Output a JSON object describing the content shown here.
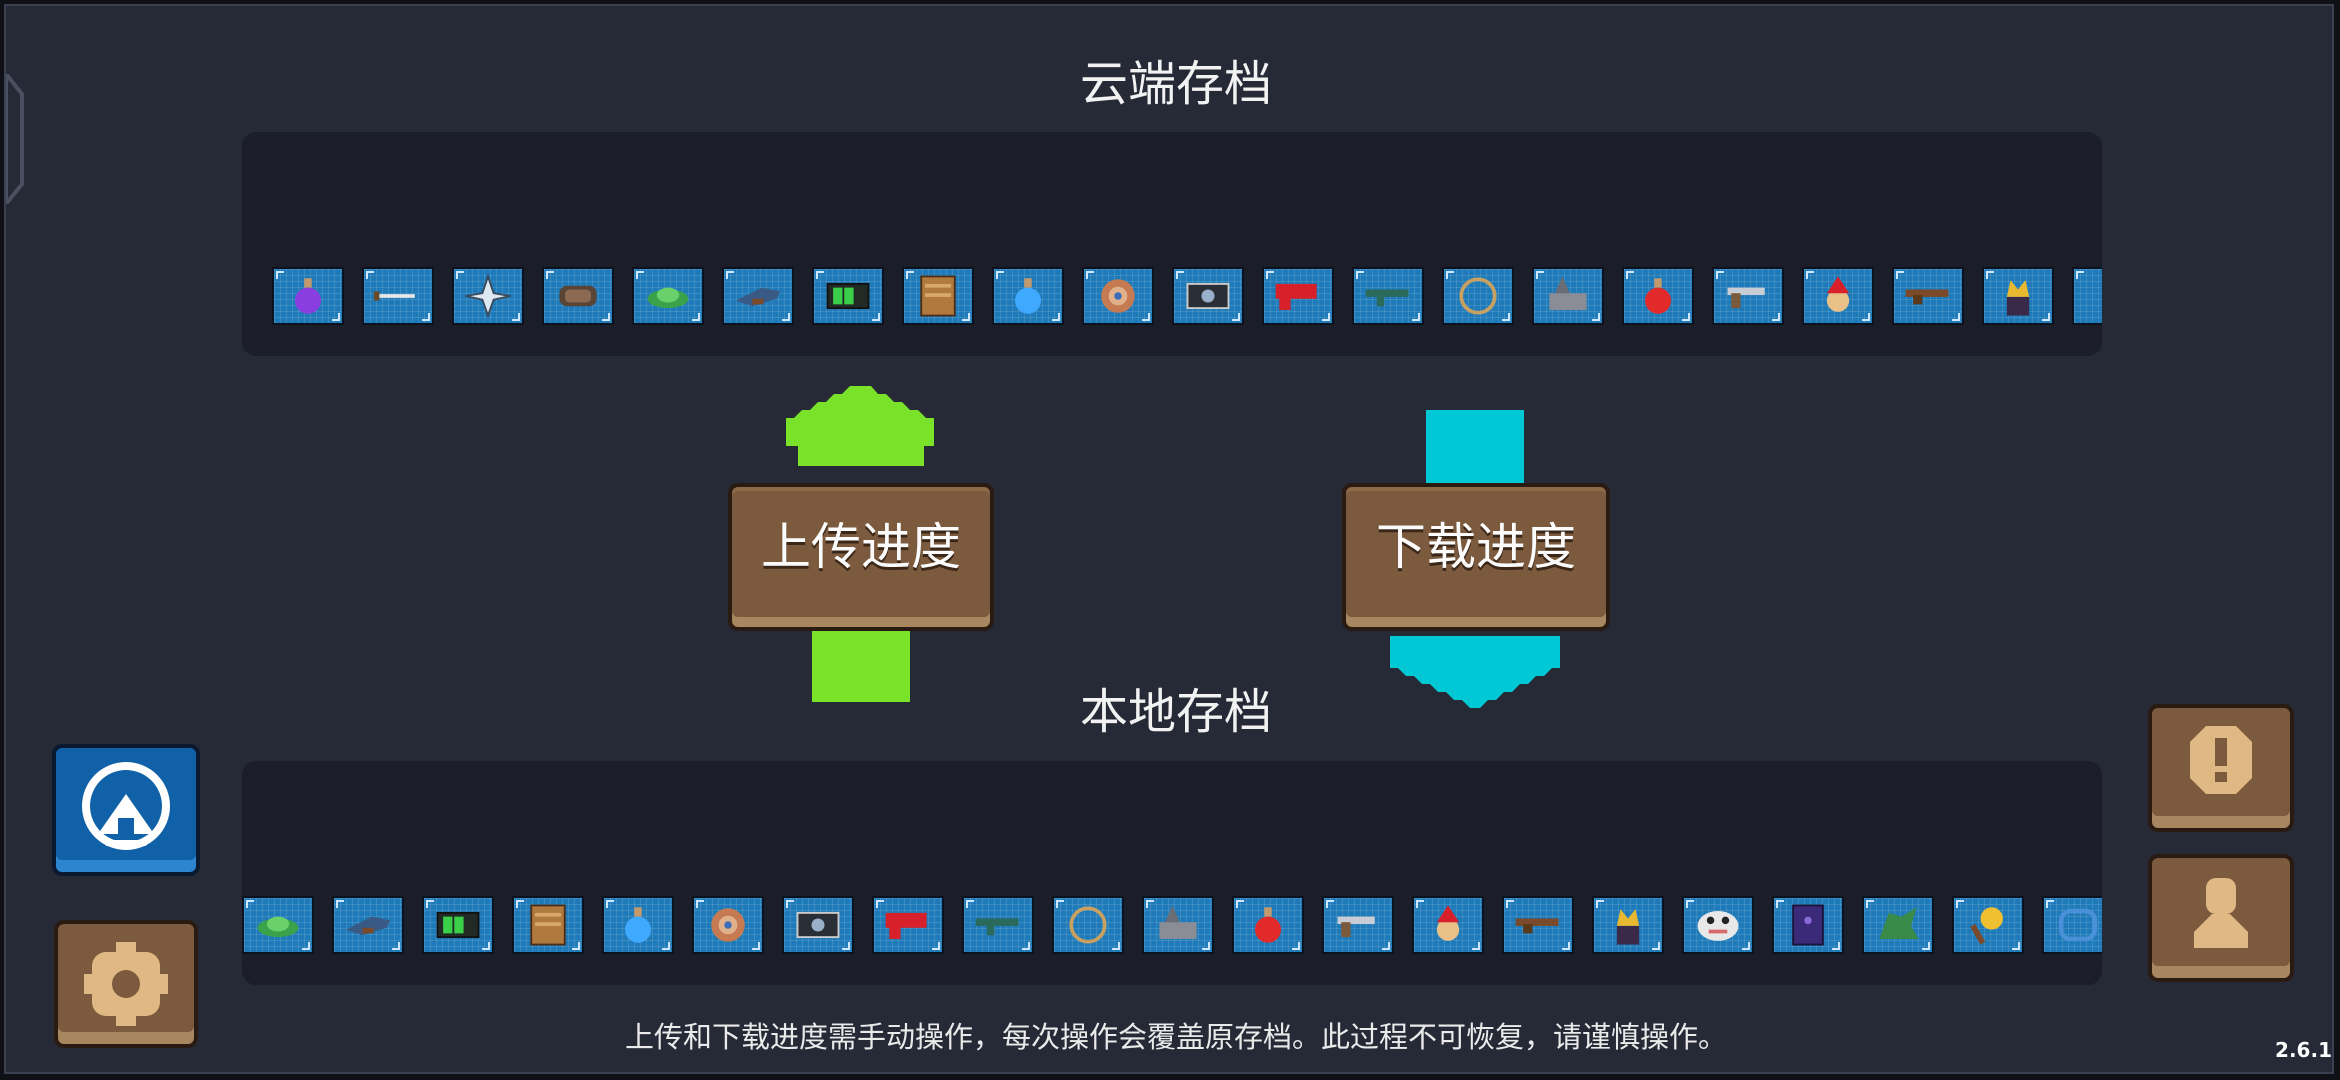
{
  "cloud": {
    "title": "云端存档",
    "items": [
      "purple-potion",
      "sword",
      "shuriken",
      "armor-coil",
      "green-helmet",
      "blue-rifle",
      "battery",
      "wooden-crate",
      "blue-potion",
      "round-shield",
      "camera",
      "red-blaster",
      "green-rifle",
      "lasso-ring",
      "mech-creature",
      "red-potion",
      "revolver",
      "red-hat-character",
      "brown-rifle",
      "crown-pedestal",
      "partial-item"
    ]
  },
  "local": {
    "title": "本地存档",
    "items": [
      "green-helmet",
      "blue-rifle",
      "battery",
      "wooden-crate",
      "blue-potion",
      "round-shield",
      "camera",
      "red-blaster",
      "green-rifle",
      "lasso-ring",
      "mech-creature",
      "red-potion",
      "revolver",
      "red-hat-character",
      "brown-rifle",
      "crown-pedestal",
      "frog-face",
      "purple-door",
      "green-dragon",
      "golden-torch",
      "blue-ring"
    ]
  },
  "actions": {
    "upload_label": "上传进度",
    "download_label": "下载进度"
  },
  "colors": {
    "upload_arrow": "#7be22a",
    "download_arrow": "#00c8d4",
    "wood": "#7b5a3d",
    "tile": "#1e7ab8"
  },
  "footer": {
    "note": "上传和下载进度需手动操作，每次操作会覆盖原存档。此过程不可恢复，请谨慎操作。",
    "version": "2.6.1"
  },
  "icons": {
    "tap_logo": "taptap-logo-icon",
    "settings": "gear-icon",
    "notice": "exclamation-icon",
    "account": "user-icon"
  }
}
